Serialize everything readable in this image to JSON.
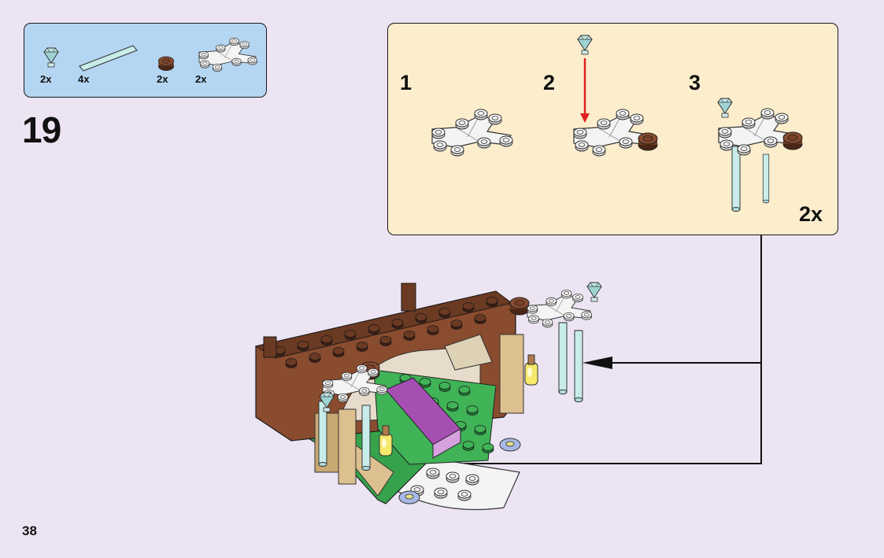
{
  "parts_list": {
    "items": [
      {
        "icon": "trans-clear-jewel-icon",
        "qty": "2x"
      },
      {
        "icon": "trans-light-blue-rod-icon",
        "qty": "4x"
      },
      {
        "icon": "reddish-brown-round-plate-icon",
        "qty": "2x"
      },
      {
        "icon": "white-branch-plate-icon",
        "qty": "2x"
      }
    ]
  },
  "step": {
    "number": "19"
  },
  "sub_steps": {
    "items": [
      {
        "number": "1"
      },
      {
        "number": "2"
      },
      {
        "number": "3"
      }
    ],
    "multiplier": "2x"
  },
  "page": {
    "number": "38"
  },
  "colors": {
    "background": "#ece4f3",
    "parts_box": "#b5d6f2",
    "sub_box": "#fcedcc",
    "arrow": "#e02020",
    "brown": "#6b3a22",
    "green": "#36a24b",
    "tan": "#dcc08f",
    "lavender": "#a64fb3"
  }
}
